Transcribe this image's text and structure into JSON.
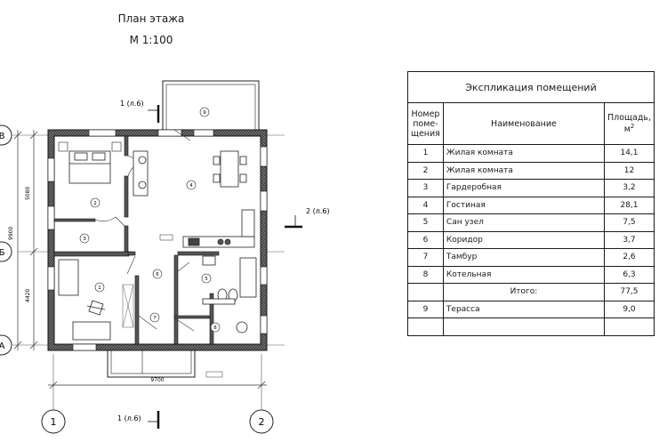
{
  "plan": {
    "title": "План этажа",
    "scale": "М 1:100",
    "axes": {
      "rows": [
        "В",
        "Б",
        "А"
      ],
      "cols": [
        "1",
        "2"
      ]
    },
    "dims": {
      "total_width": "9700",
      "left_total": "9900",
      "left_upper": "5080",
      "left_lower": "4420"
    },
    "section_marks": {
      "top": "1 (л.6)",
      "right": "2 (л.6)",
      "bottom": "1 (л.6)"
    },
    "room_tags": [
      "1",
      "2",
      "3",
      "4",
      "5",
      "6",
      "7",
      "8",
      "9"
    ]
  },
  "table": {
    "caption": "Экспликация помещений",
    "headers": {
      "num": "Номер поме- щения",
      "name": "Наименование",
      "area": "Площадь, м",
      "area_sup": "2"
    },
    "rows": [
      {
        "num": "1",
        "name": "Жилая комната",
        "area": "14,1"
      },
      {
        "num": "2",
        "name": "Жилая комната",
        "area": "12"
      },
      {
        "num": "3",
        "name": "Гардеробная",
        "area": "3,2"
      },
      {
        "num": "4",
        "name": "Гостиная",
        "area": "28,1"
      },
      {
        "num": "5",
        "name": "Сан узел",
        "area": "7,5"
      },
      {
        "num": "6",
        "name": "Коридор",
        "area": "3,7"
      },
      {
        "num": "7",
        "name": "Тамбур",
        "area": "2,6"
      },
      {
        "num": "8",
        "name": "Котельная",
        "area": "6,3"
      },
      {
        "num": "",
        "name": "Итого:",
        "area": "77,5"
      },
      {
        "num": "9",
        "name": "Терасса",
        "area": "9,0"
      },
      {
        "num": "",
        "name": "",
        "area": ""
      }
    ]
  }
}
